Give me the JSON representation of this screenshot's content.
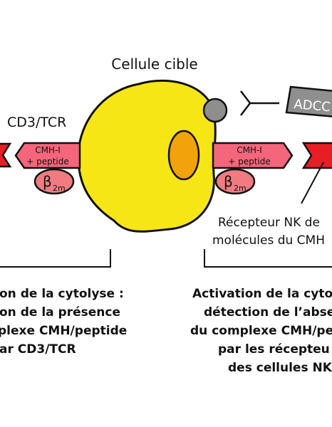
{
  "cell": {
    "title": "Cellule cible",
    "color": "#F7E616",
    "nucleus_color": "#F2A20A"
  },
  "cd3_tcr": {
    "label": "CD3/TCR"
  },
  "mhc_left": {
    "line1": "CMH-I",
    "line2": "+ peptide",
    "b2m_main": "β",
    "b2m_sub": "2m"
  },
  "mhc_right": {
    "line1": "CMH-I",
    "line2": "+ peptide",
    "b2m_main": "β",
    "b2m_sub": "2m"
  },
  "adcc": {
    "label": "ADCC"
  },
  "nk_receptor": {
    "line1": "Récepteur NK de",
    "line2": "molécules du CMH"
  },
  "caption_left": {
    "lines": [
      "on de la cytolyse :",
      "on de la présence",
      "plexe CMH/peptide",
      "ar CD3/TCR"
    ]
  },
  "caption_right": {
    "lines": [
      "Activation de la cytol",
      "détection de l’abse",
      "du complexe CMH/pe",
      "par les récepteu",
      "des cellules NK"
    ]
  },
  "colors": {
    "mhc_fill": "#F4667C",
    "b2m_fill": "#F07C82",
    "red_arrow": "#E81E25",
    "grey_ligand": "#8E8E8E",
    "adcc_fill": "#8F8F8F"
  }
}
